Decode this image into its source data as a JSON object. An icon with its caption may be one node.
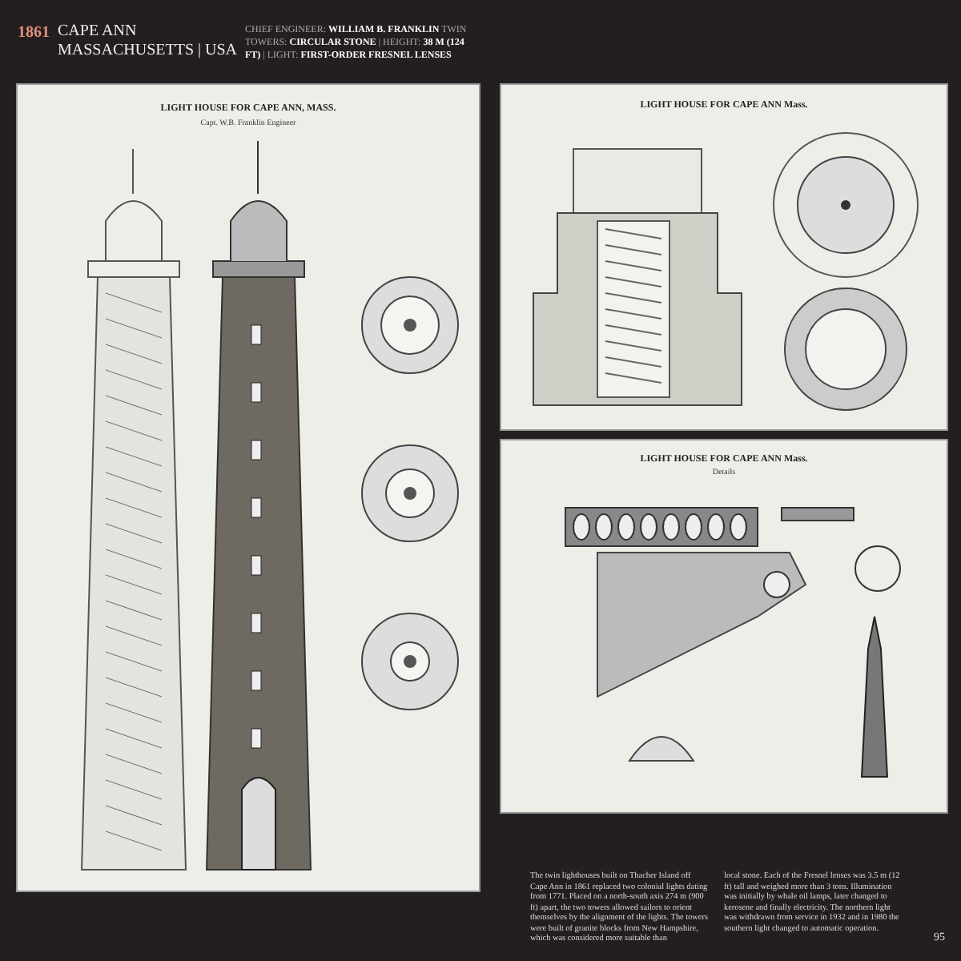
{
  "diagram": {
    "title": "CAPE ANN MASSACHUSETTS | USA",
    "labels": [
      "1861",
      "CHIEF ENGINEER: **WILLIAM B. FRANKLIN** TWIN TOWERS: **CIRCULAR STONE** | HEIGHT: **38 M (124 FT)** | LIGHT: **FIRST-ORDER FRESNEL LENSES**",
      "LIGHT HOUSE FOR CAPE ANN, MASS.",
      "Capt. W.B. Franklin Engineer",
      "LIGHT HOUSE FOR CAPE ANN Mass.",
      "LIGHT HOUSE FOR CAPE ANN Mass.",
      "Details",
      "The twin lighthouses built on Thacher Island off Cape Ann in 1861 replaced two colonial lights dating from 1771. Placed on a north-south axis 274 m (900 ft) apart, the two towers allowed sailors to orient themselves by the alignment of the lights. The towers were built of granite blocks from New Hampshire, which was considered more suitable than",
      "local stone. Each of the Fresnel lenses was 3.5 m (12 ft) tall and weighed more than 3 tons. Illumination was initially by whale oil lamps, later changed to kerosene and finally electricity. The northern light was withdrawn from service in 1932 and in 1980 the southern light changed to automatic operation.",
      "95"
    ]
  }
}
